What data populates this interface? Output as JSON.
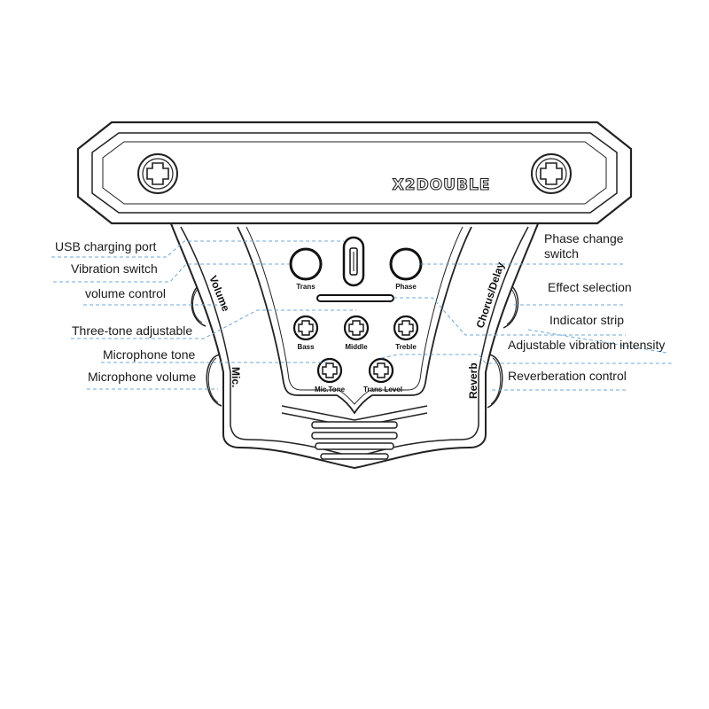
{
  "brand": {
    "logo_text": "X2DOUBLE"
  },
  "panel": {
    "trans_label": "Trans",
    "phase_label": "Phase",
    "bass_label": "Bass",
    "middle_label": "Middle",
    "treble_label": "Treble",
    "mic_tone_label": "Mic.Tone",
    "trans_level_label": "Trans Level"
  },
  "side_wheels": {
    "volume": "Volume",
    "mic": "Mic.",
    "chorus_delay": "Chorus/Delay",
    "reverb": "Reverb"
  },
  "callouts_left": {
    "usb": "USB charging port",
    "vibration_switch": "Vibration switch",
    "volume_control": "volume control",
    "three_tone": "Three-tone adjustable",
    "mic_tone": "Microphone tone",
    "mic_volume": "Microphone volume"
  },
  "callouts_right": {
    "phase_line1": "Phase change",
    "phase_line2": "switch",
    "effect": "Effect selection",
    "indicator": "Indicator strip",
    "vibration_intensity": "Adjustable vibration intensity",
    "reverb": "Reverberation control"
  },
  "colors": {
    "leader": "#6fa8d6",
    "ink": "#222222"
  }
}
